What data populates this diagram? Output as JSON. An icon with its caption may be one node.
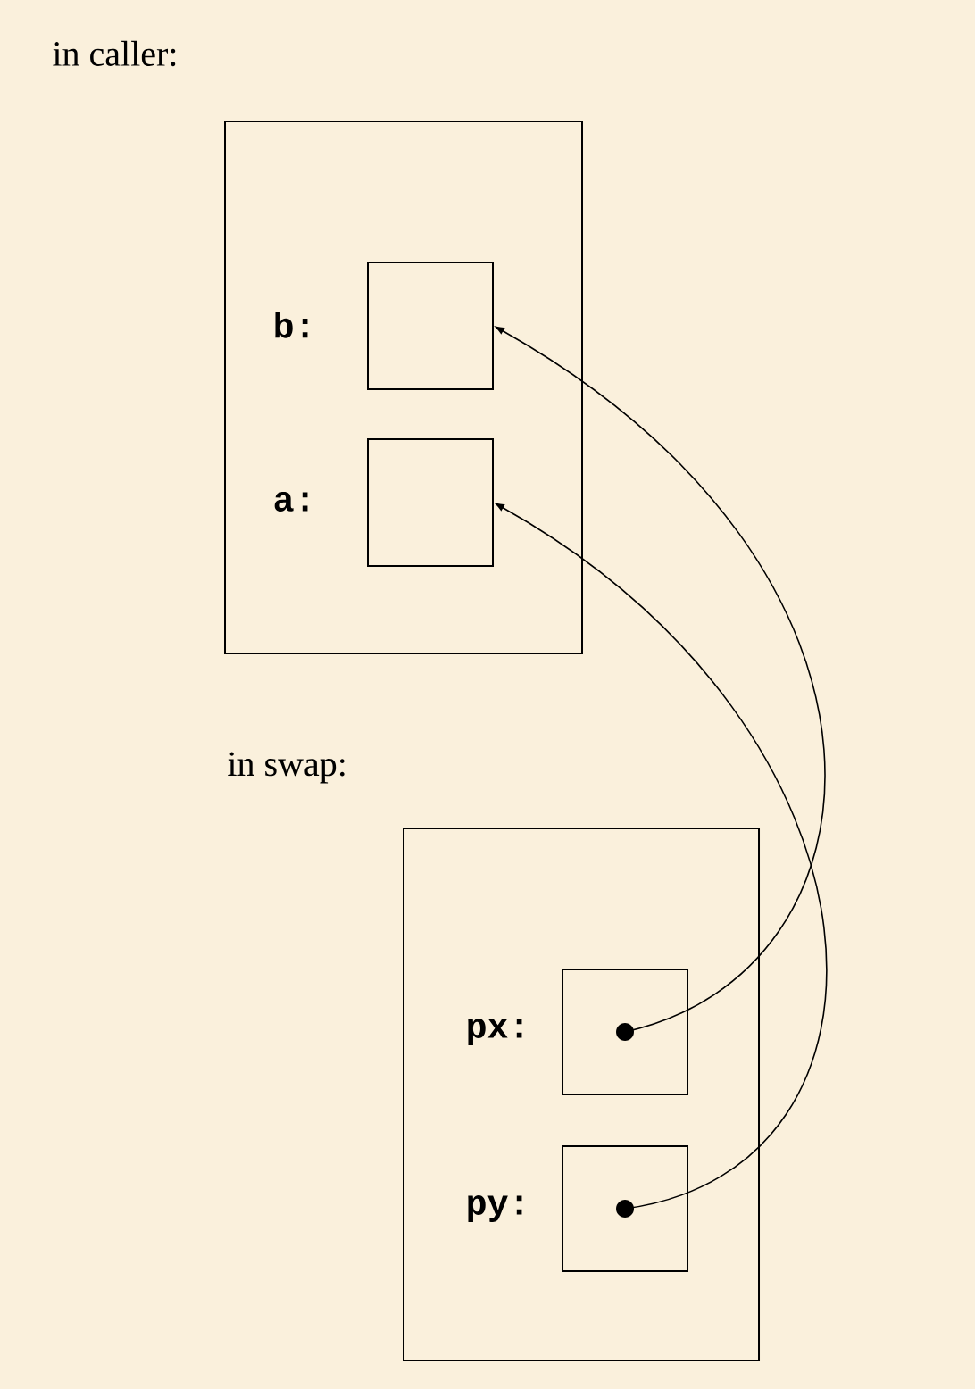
{
  "diagram": {
    "nodes": [
      {
        "text": [
          "in caller:"
        ]
      },
      {
        "text": [],
        "shape": "box",
        "in": 0,
        "beside": [
          "b:"
        ]
      },
      {
        "text": [],
        "shape": "box",
        "in": 0,
        "beside": [
          "a:"
        ]
      },
      {
        "text": [
          "in swap:"
        ]
      },
      {
        "text": [],
        "shape": "box",
        "in": 3,
        "beside": [
          "px:"
        ]
      },
      {
        "text": [],
        "shape": "box",
        "in": 3,
        "beside": [
          "py:"
        ]
      }
    ],
    "edges": [
      {
        "from": 4,
        "to": 1,
        "arrow": "to"
      },
      {
        "from": 5,
        "to": 2,
        "arrow": "to"
      }
    ]
  }
}
